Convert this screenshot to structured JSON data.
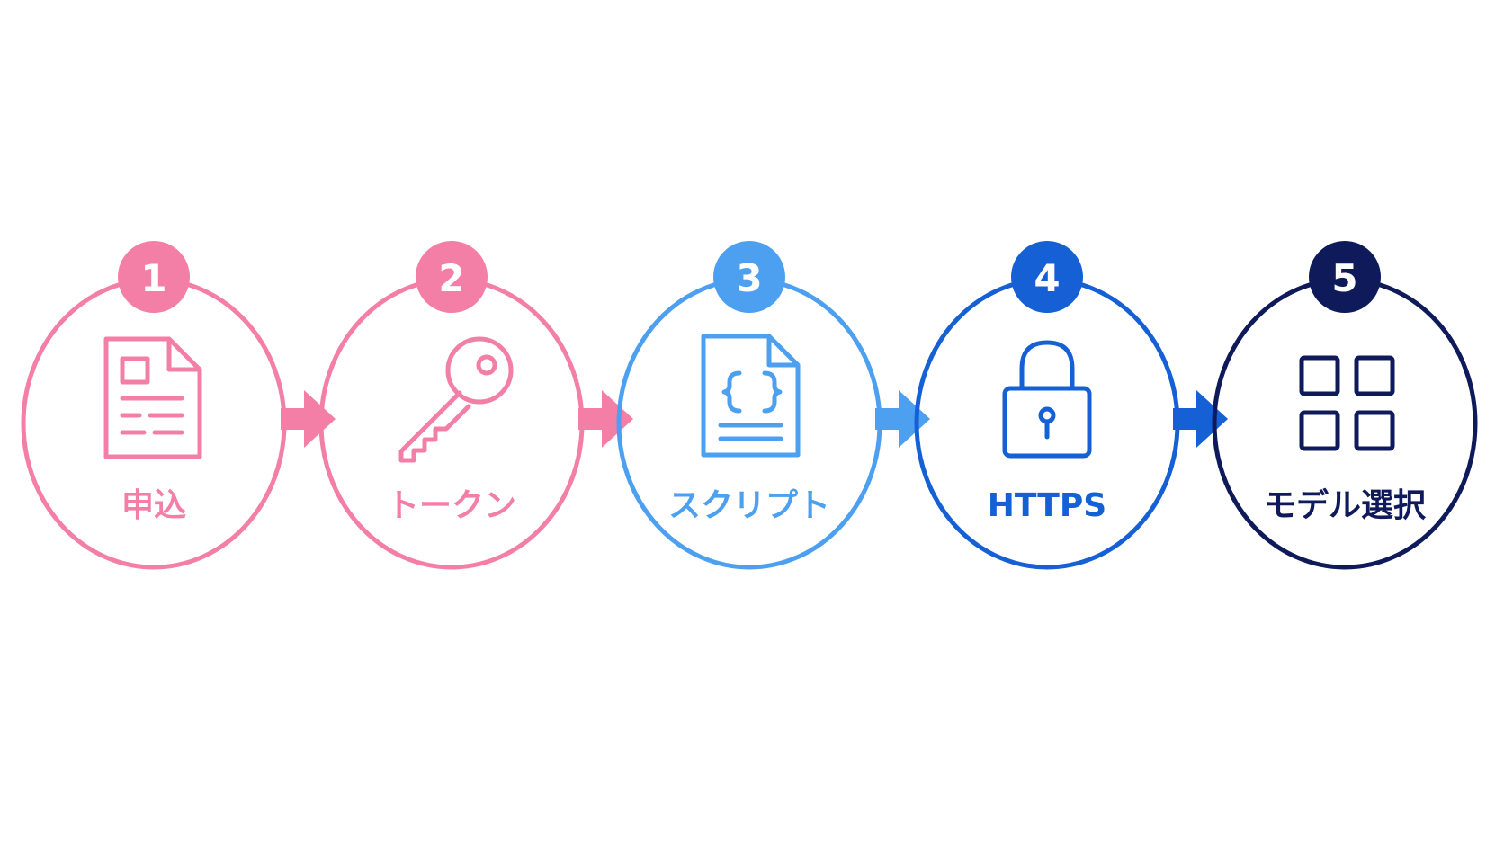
{
  "steps": [
    {
      "number": "1",
      "label": "申込",
      "icon": "document-icon",
      "color": "#F47FA6"
    },
    {
      "number": "2",
      "label": "トークン",
      "icon": "key-icon",
      "color": "#F47FA6"
    },
    {
      "number": "3",
      "label": "スクリプト",
      "icon": "code-file-icon",
      "color": "#4DA0F0"
    },
    {
      "number": "4",
      "label": "HTTPS",
      "icon": "lock-icon",
      "color": "#1560D4"
    },
    {
      "number": "5",
      "label": "モデル選択",
      "icon": "grid-icon",
      "color": "#0E1A5A"
    }
  ],
  "arrows": [
    {
      "from": "1",
      "to": "2",
      "color": "#F47FA6"
    },
    {
      "from": "2",
      "to": "3",
      "color": "#F47FA6"
    },
    {
      "from": "3",
      "to": "4",
      "color": "#4DA0F0"
    },
    {
      "from": "4",
      "to": "5",
      "color": "#1560D4"
    }
  ]
}
